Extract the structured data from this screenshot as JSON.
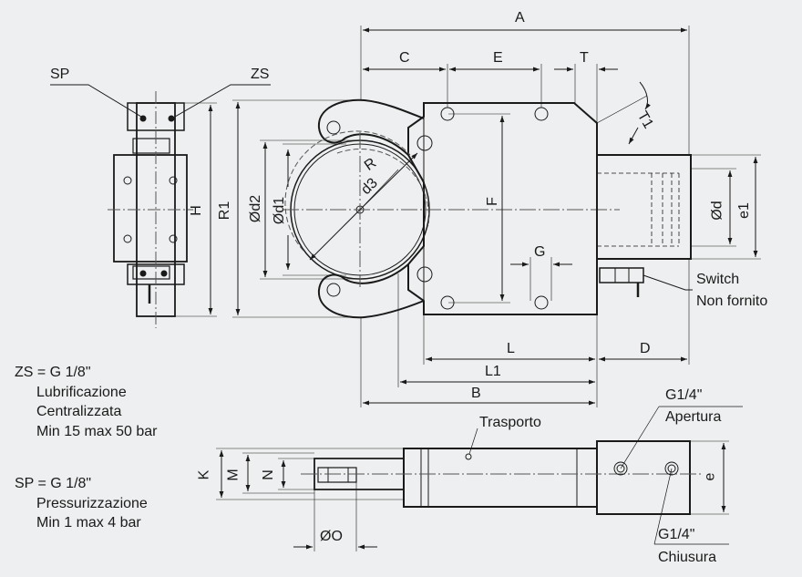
{
  "dimensions": {
    "A": "A",
    "C": "C",
    "E": "E",
    "T": "T",
    "T1": "T1",
    "F": "F",
    "G": "G",
    "R": "R",
    "d3": "d3",
    "Od1": "Ød1",
    "Od2": "Ød2",
    "R1": "R1",
    "H": "H",
    "Od": "Ød",
    "e1": "e1",
    "L": "L",
    "L1": "L1",
    "B": "B",
    "D": "D",
    "K": "K",
    "M": "M",
    "N": "N",
    "OO": "ØO",
    "e": "e"
  },
  "callouts": {
    "SP": "SP",
    "ZS": "ZS",
    "switch": "Switch",
    "non_fornito": "Non fornito",
    "trasporto": "Trasporto",
    "g14_apertura": "G1/4\"",
    "apertura": "Apertura",
    "g14_chiusura": "G1/4\"",
    "chiusura": "Chiusura"
  },
  "notes": {
    "zs": [
      "ZS = G 1/8\"",
      "Lubrificazione",
      "Centralizzata",
      "Min 15 max 50 bar"
    ],
    "sp": [
      "SP = G 1/8\"",
      "Pressurizzazione",
      "Min 1 max 4 bar"
    ]
  },
  "colors": {
    "background": "#eeeff0",
    "line": "#1a1a1a",
    "centerline": "#555555"
  }
}
